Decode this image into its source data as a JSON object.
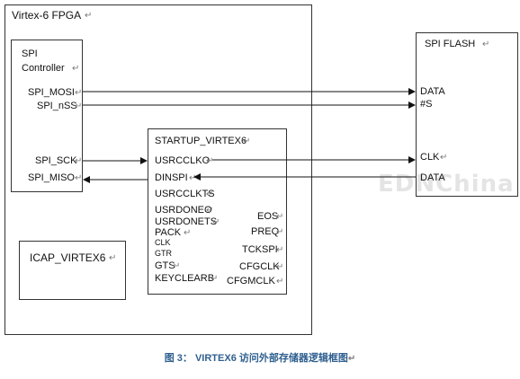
{
  "fpga": {
    "title": "Virtex-6 FPGA"
  },
  "spi_controller": {
    "title_line1": "SPI",
    "title_line2": "Controller",
    "pins": {
      "mosi": "SPI_MOSI",
      "nss": "SPI_nSS",
      "sck": "SPI_SCK",
      "miso": "SPI_MISO"
    }
  },
  "startup": {
    "title": "STARTUP_VIRTEX6",
    "left_pins": [
      "USRCCLKO",
      "DINSPI",
      "USRCCLKTS",
      "USRDONEO",
      "USRDONETS",
      "PACK",
      "CLK",
      "GTR",
      "GTS",
      "KEYCLEARB"
    ],
    "right_pins": [
      "EOS",
      "PREQ",
      "TCKSPI",
      "CFGCLK",
      "CFGMCLK"
    ]
  },
  "icap": {
    "title": "ICAP_VIRTEX6"
  },
  "flash": {
    "title": "SPI FLASH",
    "pins": {
      "data_top": "DATA",
      "ns": "#S",
      "clk": "CLK",
      "data_bottom": "DATA"
    }
  },
  "watermark": "EDNChina",
  "caption": "图 3： VIRTEX6 访问外部存储器逻辑框图"
}
